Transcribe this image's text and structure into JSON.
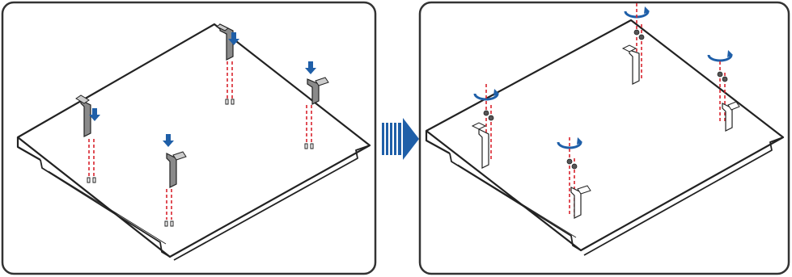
{
  "figure": {
    "panels": [
      {
        "id": "before",
        "step": "insert-brackets",
        "brackets": 4,
        "direction": "down",
        "screw_holes_per_bracket": 2
      },
      {
        "id": "after",
        "step": "fasten-screws",
        "brackets": 4,
        "rotation_indicators": 4,
        "screws_per_bracket": 2
      }
    ],
    "transition": {
      "icon": "striped-arrow-right-icon"
    },
    "colors": {
      "outline": "#222222",
      "panel_frame": "#333333",
      "accent_blue": "#1f5fa8",
      "guide_red": "#d9232d",
      "bracket_gray": "#8a8a8a",
      "screw_dark": "#555555"
    }
  }
}
